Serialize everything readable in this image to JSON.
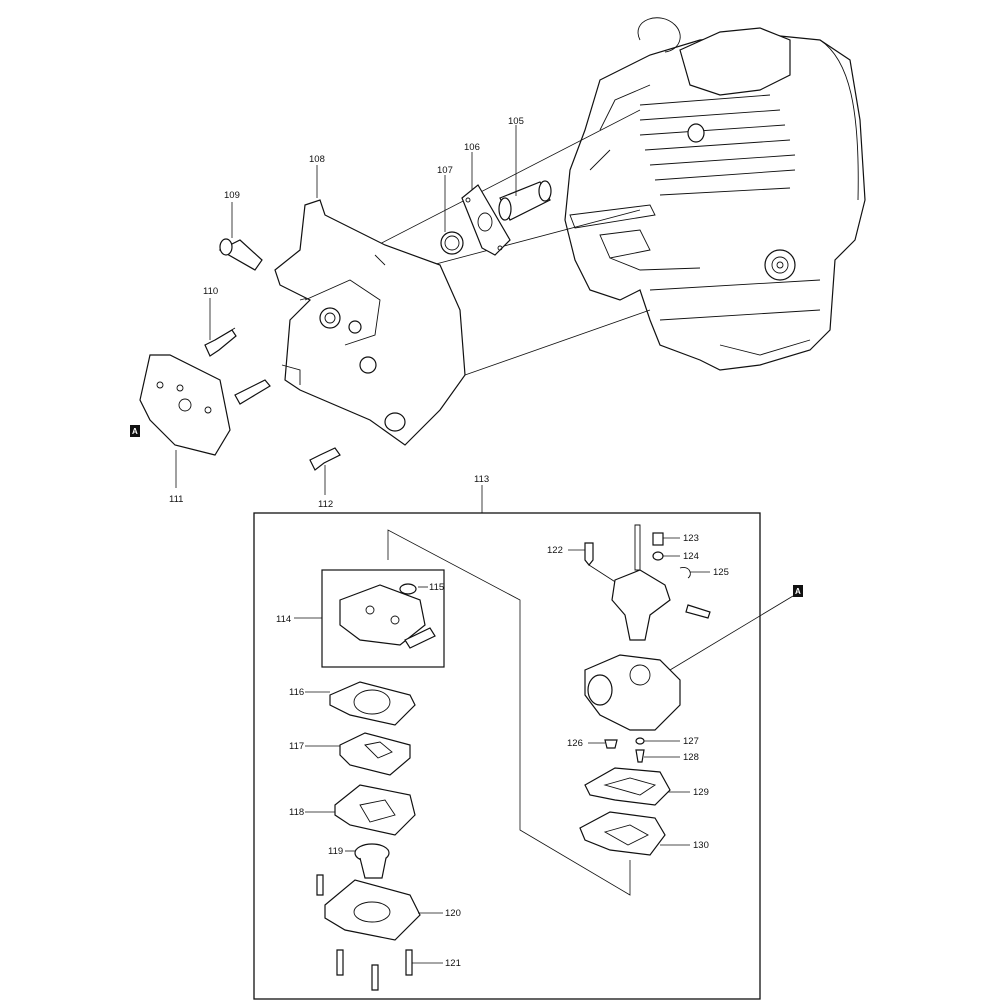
{
  "labels": {
    "p105": "105",
    "p106": "106",
    "p107": "107",
    "p108": "108",
    "p109": "109",
    "p110": "110",
    "p111": "111",
    "p112": "112",
    "p113": "113",
    "p114": "114",
    "p115": "115",
    "p116": "116",
    "p117": "117",
    "p118": "118",
    "p119": "119",
    "p120": "120",
    "p121": "121",
    "p122": "122",
    "p123": "123",
    "p124": "124",
    "p125": "125",
    "p126": "126",
    "p127": "127",
    "p128": "128",
    "p129": "129",
    "p130": "130"
  },
  "reference_markers": {
    "left": "A",
    "right": "A"
  },
  "colors": {
    "line": "#111111",
    "background": "#ffffff"
  }
}
